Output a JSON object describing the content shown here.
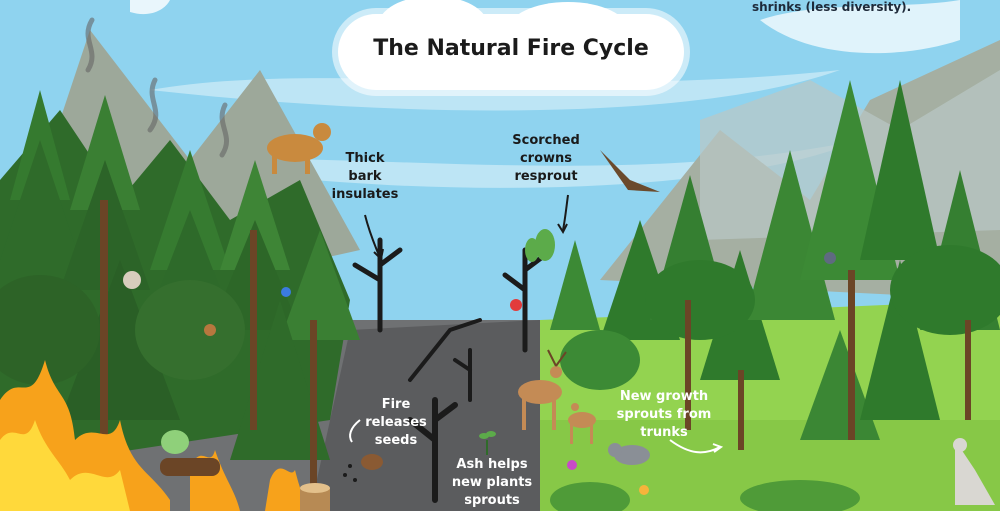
{
  "title": "The Natural Fire Cycle",
  "top_right_text": "shrinks (less diversity).",
  "labels": {
    "thick_bark": [
      "Thick",
      "bark",
      "insulates"
    ],
    "scorched_crowns": [
      "Scorched",
      "crowns",
      "resprout"
    ],
    "fire_releases": [
      "Fire",
      "releases",
      "seeds"
    ],
    "ash_helps": [
      "Ash helps",
      "new plants",
      "sprouts"
    ],
    "new_growth": [
      "New growth",
      "sprouts from",
      "trunks"
    ]
  },
  "colors": {
    "sky": "#8fd3ef",
    "mountain": "#a9b3a6",
    "burned_ground": "#6f7173",
    "green_ground": "#8fd14a",
    "forest": "#2f6b2a",
    "fire": "#f7a21b"
  }
}
